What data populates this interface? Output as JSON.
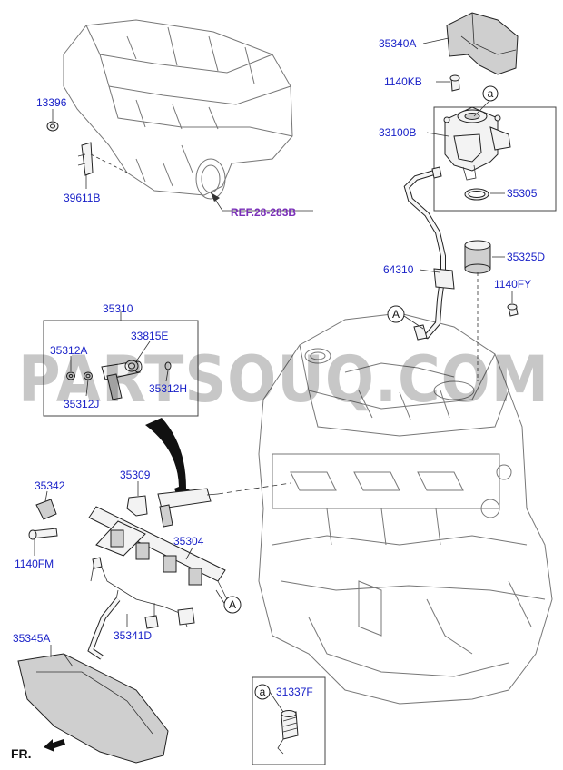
{
  "labels": {
    "p35340A": "35340A",
    "p1140KB": "1140KB",
    "p33100B": "33100B",
    "p35305": "35305",
    "p35325D": "35325D",
    "p64310": "64310",
    "p1140FY": "1140FY",
    "p13396": "13396",
    "p39611B": "39611B",
    "p35310": "35310",
    "p35312A": "35312A",
    "p33815E": "33815E",
    "p35312H": "35312H",
    "p35312J": "35312J",
    "p35342": "35342",
    "p35309": "35309",
    "p35304": "35304",
    "p1140FM": "1140FM",
    "p35345A": "35345A",
    "p35341D": "35341D",
    "p31337F": "31337F"
  },
  "reference": "REF.28-283B",
  "callouts": {
    "a_upper": "a",
    "a_detail": "a",
    "A_upper": "A",
    "A_lower": "A"
  },
  "direction": "FR.",
  "watermark": "PARTSOUQ.COM"
}
